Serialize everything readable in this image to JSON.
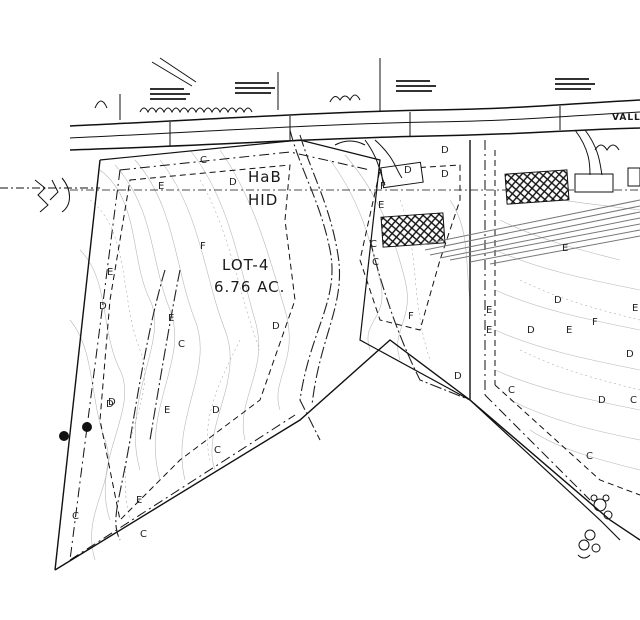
{
  "map": {
    "road_name": "VALLE",
    "lot_name": "LOT-4",
    "lot_area": "6.76 AC.",
    "soil_codes_primary": [
      "HaB",
      "HID"
    ],
    "soil_labels": [
      "C",
      "E",
      "D",
      "F",
      "E",
      "D",
      "C",
      "E",
      "D",
      "C",
      "E",
      "F",
      "D",
      "D",
      "C",
      "E",
      "D",
      "D",
      "E",
      "C",
      "D",
      "E",
      "F",
      "D",
      "C",
      "E",
      "D",
      "C",
      "D",
      "E",
      "C",
      "D",
      "E",
      "F",
      "D",
      "C",
      "E",
      "D",
      "C"
    ]
  }
}
